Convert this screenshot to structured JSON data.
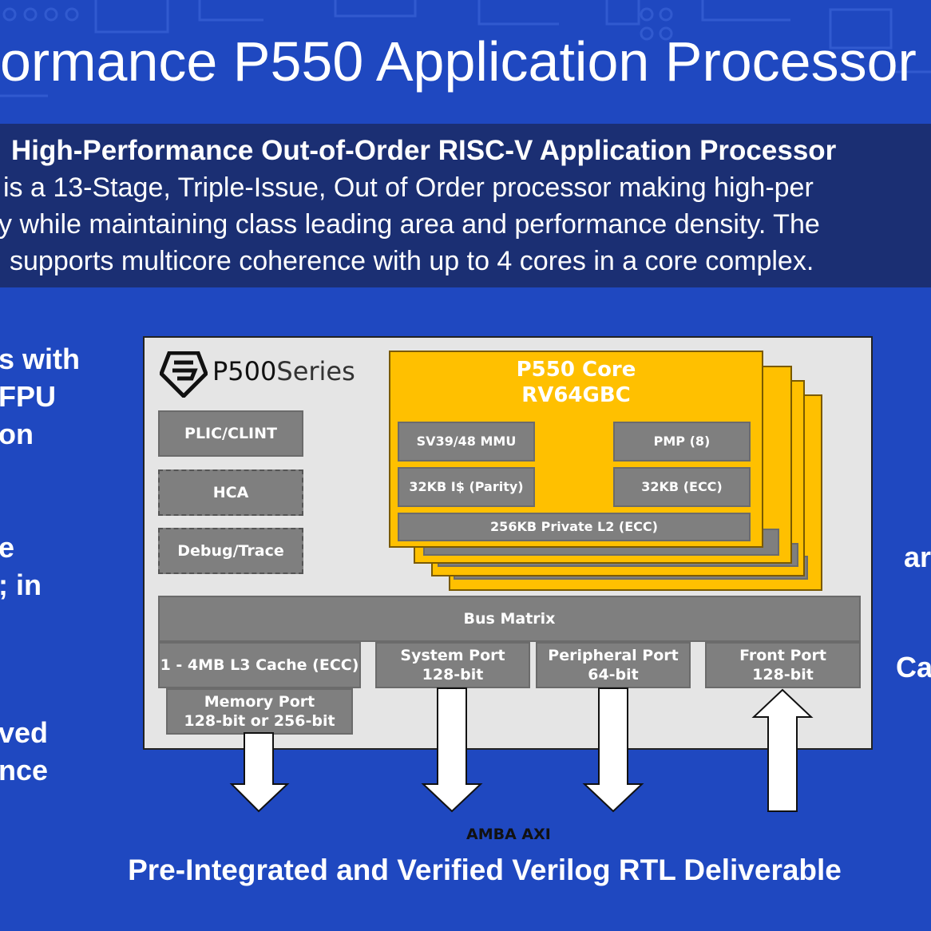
{
  "title": "ormance P550 Application Processor",
  "summary": {
    "heading": "High-Performance Out-of-Order RISC-V Application Processor",
    "line1": "is a 13-Stage, Triple-Issue, Out of Order processor making high-per",
    "line2": "y while maintaining class leading area and performance density. The",
    "line3": "supports multicore coherence with up to 4 cores in a core complex."
  },
  "left_side": {
    "group1": [
      "s with",
      "FPU",
      "on"
    ],
    "group2": [
      "e",
      "; in"
    ],
    "group3": [
      "ved",
      "nce"
    ]
  },
  "right_side": {
    "item1": "ar",
    "item2": "Ca"
  },
  "diagram": {
    "logo_main": "P500",
    "logo_sub": "Series",
    "plic": "PLIC/CLINT",
    "hca": "HCA",
    "debug": "Debug/Trace",
    "core": {
      "title": "P550 Core",
      "isa": "RV64GBC",
      "mmu": "SV39/48 MMU",
      "pmp": "PMP (8)",
      "icache": "32KB I$ (Parity)",
      "dcache": "32KB (ECC)",
      "l2": "256KB Private L2 (ECC)"
    },
    "bus_matrix": "Bus Matrix",
    "l3": "1 - 4MB L3 Cache (ECC)",
    "memory_port": [
      "Memory Port",
      "128-bit or 256-bit"
    ],
    "system_port": [
      "System Port",
      "128-bit"
    ],
    "peripheral_port": [
      "Peripheral Port",
      "64-bit"
    ],
    "front_port": [
      "Front Port",
      "128-bit"
    ],
    "interface": "AMBA AXI"
  },
  "footer": "Pre-Integrated and Verified Verilog RTL Deliverable",
  "colors": {
    "background": "#1f48c0",
    "summary_band": "#1b2f73",
    "core": "#ffc000",
    "block_gray": "#7f7f7f",
    "frame": "#e5e5e5"
  }
}
